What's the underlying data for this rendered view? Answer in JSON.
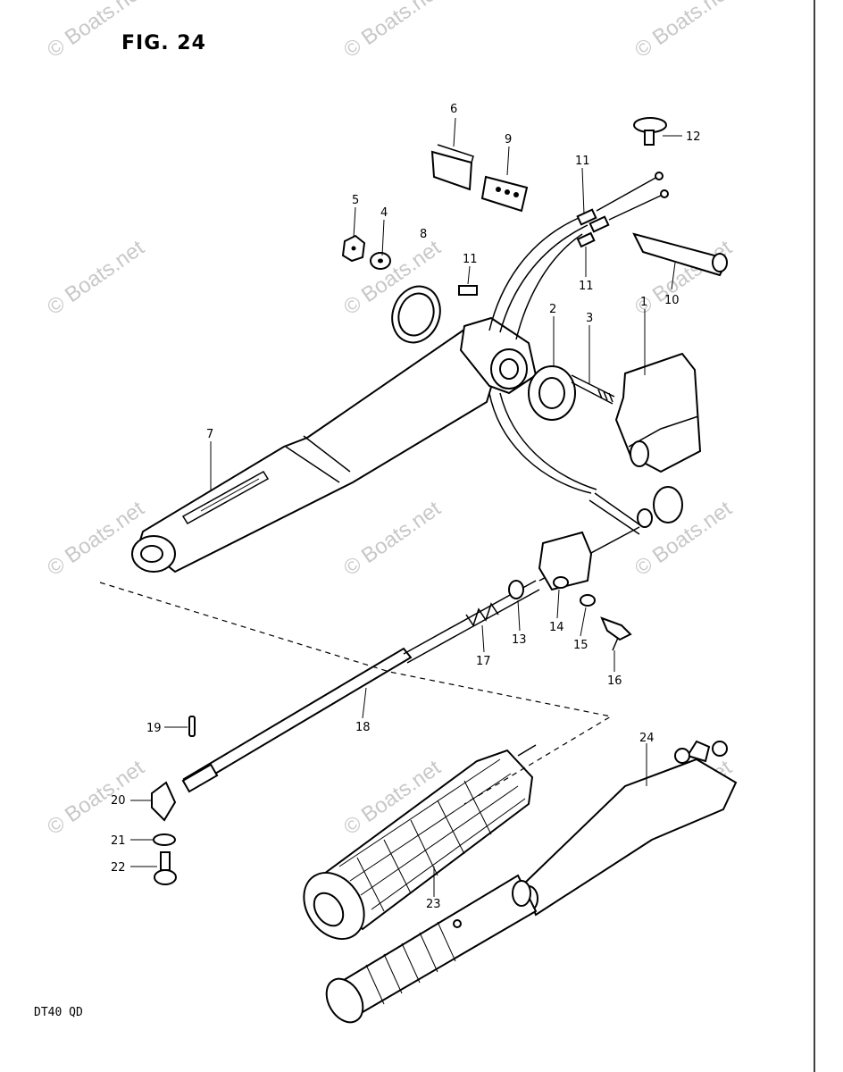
{
  "figure": {
    "title": "FIG. 24",
    "model_code": "DT40 QD"
  },
  "watermark": {
    "text": "© Boats.net",
    "color": "#c8c8c8"
  },
  "callouts": [
    "1",
    "2",
    "3",
    "4",
    "5",
    "6",
    "7",
    "8",
    "9",
    "10",
    "11",
    "11",
    "11",
    "12",
    "13",
    "14",
    "15",
    "16",
    "17",
    "18",
    "19",
    "20",
    "21",
    "22",
    "23",
    "24"
  ],
  "icons": [
    "tiller-handle-assembly",
    "throttle-grip",
    "cable-assembly"
  ]
}
